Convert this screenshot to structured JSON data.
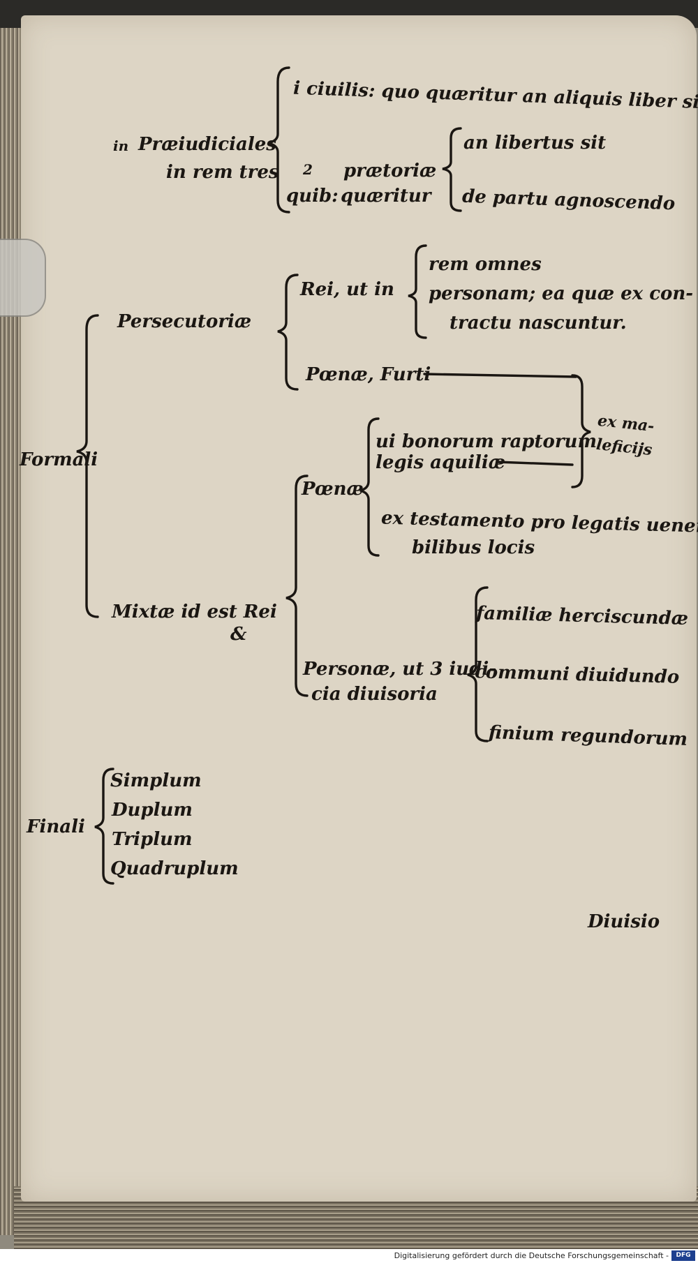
{
  "praeiudiciales": {
    "mark": "in",
    "line1": "Præiudiciales",
    "line2": "in rem tres",
    "civilis": "i ciuilis: quo quæritur an aliquis liber sit",
    "num2": "2",
    "quib": "quib:",
    "praetoriae": "prætoriæ",
    "quaeritur": "quæritur",
    "an_libertus": "an libertus sit",
    "de_partu": "de partu agnoscendo"
  },
  "formali": {
    "label": "Formali",
    "persecutoriae": "Persecutoriæ",
    "rei_ut_in": "Rei, ut in",
    "rem_omnes": "rem omnes",
    "personam": "personam; ea quæ ex con-",
    "tractu": "tractu nascuntur.",
    "poenae_furti": "Pœnæ, Furti",
    "ex_male": "ex ma-",
    "leficiis": "leficijs",
    "mixtae": "Mixtæ id est Rei",
    "et": "&",
    "poenae": "Pœnæ",
    "vi_bonorum": "ui bonorum raptorum",
    "legis_aquiliae": "legis aquiliæ",
    "ex_testamento": "ex testamento pro legatis uenera-",
    "bilibus_locis": "bilibus locis",
    "personae_1": "Personæ, ut 3 iudi-",
    "personae_2": "cia diuisoria",
    "familiae": "familiæ herciscundæ",
    "communi": "communi diuidundo",
    "finium": "finium regundorum"
  },
  "finali": {
    "label": "Finali",
    "items": [
      "Simplum",
      "Duplum",
      "Triplum",
      "Quadruplum"
    ]
  },
  "catchword": "Diuisio",
  "footer": {
    "credit": "Digitalisierung gefördert durch die Deutsche Forschungsgemeinschaft -",
    "logo": "DFG"
  }
}
